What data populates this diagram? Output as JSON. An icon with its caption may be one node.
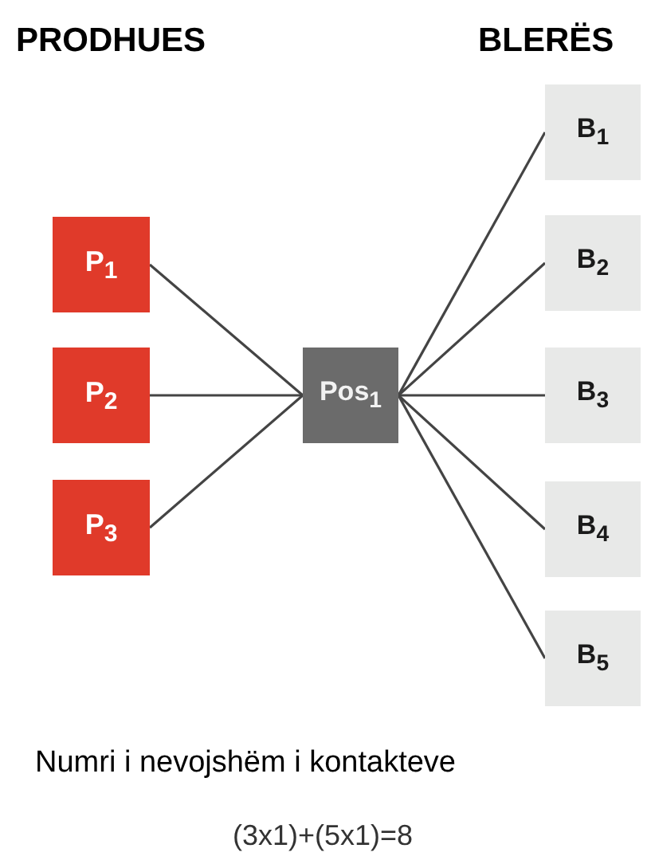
{
  "diagram": {
    "nodes": [
      {
        "text": [
          "P$_{1}$"
        ]
      },
      {
        "text": [
          "P$_{2}$"
        ]
      },
      {
        "text": [
          "P$_{3}$"
        ]
      },
      {
        "text": [
          "Pos$_{1}$"
        ]
      },
      {
        "text": [
          "B$_{1}$"
        ]
      },
      {
        "text": [
          "B$_{2}$"
        ]
      },
      {
        "text": [
          "B$_{3}$"
        ]
      },
      {
        "text": [
          "B$_{4}$"
        ]
      },
      {
        "text": [
          "B$_{5}$"
        ]
      }
    ],
    "edges": [
      {
        "from": 0,
        "to": 3,
        "arrow": "none"
      },
      {
        "from": 1,
        "to": 3,
        "arrow": "none"
      },
      {
        "from": 2,
        "to": 3,
        "arrow": "none"
      },
      {
        "from": 3,
        "to": 4,
        "arrow": "none"
      },
      {
        "from": 3,
        "to": 5,
        "arrow": "none"
      },
      {
        "from": 3,
        "to": 6,
        "arrow": "none"
      },
      {
        "from": 3,
        "to": 7,
        "arrow": "none"
      },
      {
        "from": 3,
        "to": 8,
        "arrow": "none"
      }
    ],
    "labels": [
      "PRODHUES",
      "BLERËS",
      "Numri i nevojshëm i kontakteve",
      "(3x1)+(5x1)=8"
    ]
  }
}
